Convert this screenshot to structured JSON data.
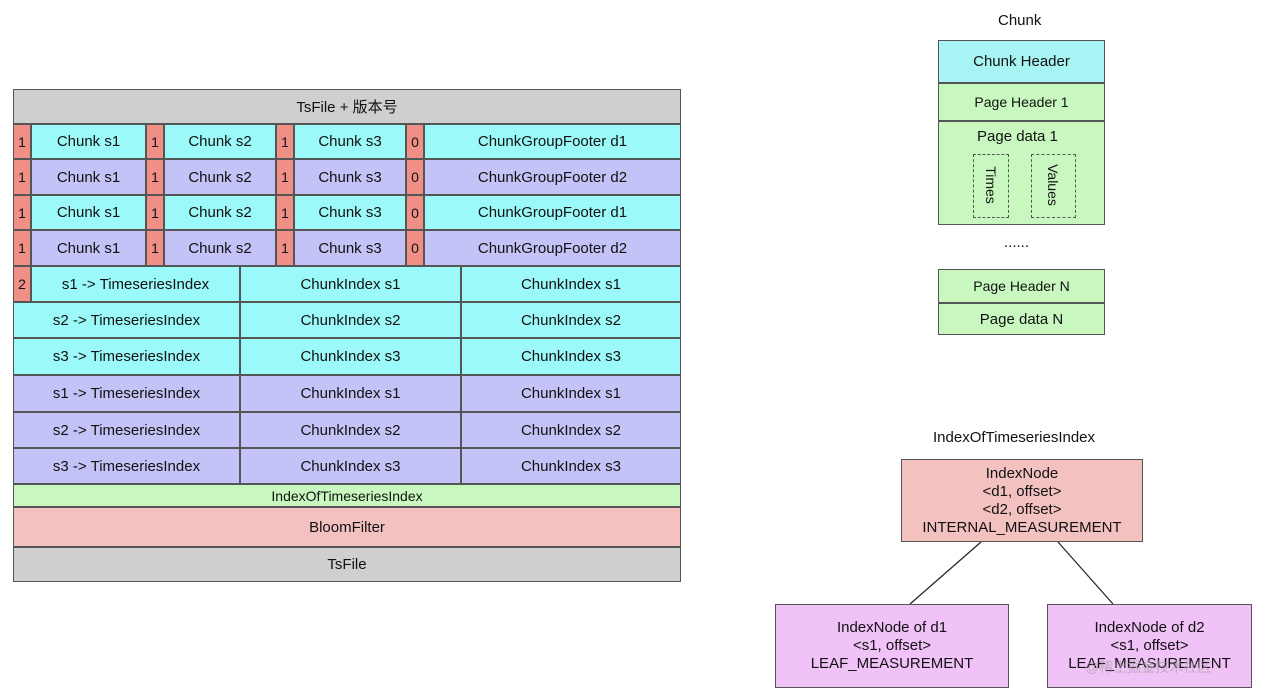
{
  "tsfile": {
    "header": "TsFile + 版本号",
    "chunk_groups": [
      {
        "markers": [
          "1",
          "1",
          "1",
          "0"
        ],
        "chunks": [
          "Chunk s1",
          "Chunk s2",
          "Chunk s3"
        ],
        "footer": "ChunkGroupFooter d1"
      },
      {
        "markers": [
          "1",
          "1",
          "1",
          "0"
        ],
        "chunks": [
          "Chunk s1",
          "Chunk s2",
          "Chunk s3"
        ],
        "footer": "ChunkGroupFooter d2"
      },
      {
        "markers": [
          "1",
          "1",
          "1",
          "0"
        ],
        "chunks": [
          "Chunk s1",
          "Chunk s2",
          "Chunk s3"
        ],
        "footer": "ChunkGroupFooter d1"
      },
      {
        "markers": [
          "1",
          "1",
          "1",
          "0"
        ],
        "chunks": [
          "Chunk s1",
          "Chunk s2",
          "Chunk s3"
        ],
        "footer": "ChunkGroupFooter d2"
      }
    ],
    "index_marker": "2",
    "index_rows": [
      [
        "s1 -> TimeseriesIndex",
        "ChunkIndex s1",
        "ChunkIndex s1"
      ],
      [
        "s2 -> TimeseriesIndex",
        "ChunkIndex s2",
        "ChunkIndex s2"
      ],
      [
        "s3 -> TimeseriesIndex",
        "ChunkIndex s3",
        "ChunkIndex s3"
      ],
      [
        "s1 -> TimeseriesIndex",
        "ChunkIndex s1",
        "ChunkIndex s1"
      ],
      [
        "s2 -> TimeseriesIndex",
        "ChunkIndex s2",
        "ChunkIndex s2"
      ],
      [
        "s3 -> TimeseriesIndex",
        "ChunkIndex s3",
        "ChunkIndex s3"
      ]
    ],
    "index_of_ts": "IndexOfTimeseriesIndex",
    "bloom": "BloomFilter",
    "footer": "TsFile"
  },
  "chunk": {
    "title": "Chunk",
    "header": "Chunk Header",
    "page_header_1": "Page Header 1",
    "page_data_1": "Page data 1",
    "times": "Times",
    "values": "Values",
    "ellipsis": "......",
    "page_header_n": "Page Header N",
    "page_data_n": "Page data N"
  },
  "index_tree": {
    "title": "IndexOfTimeseriesIndex",
    "root": [
      "IndexNode",
      "<d1, offset>",
      "<d2, offset>",
      "INTERNAL_MEASUREMENT"
    ],
    "leaf_d1": [
      "IndexNode of d1",
      "<s1, offset>",
      "LEAF_MEASUREMENT"
    ],
    "leaf_d2": [
      "IndexNode of d2",
      "<s1, offset>",
      "LEAF_MEASUREMENT"
    ]
  },
  "watermark": "@稀土掘金技术社区"
}
